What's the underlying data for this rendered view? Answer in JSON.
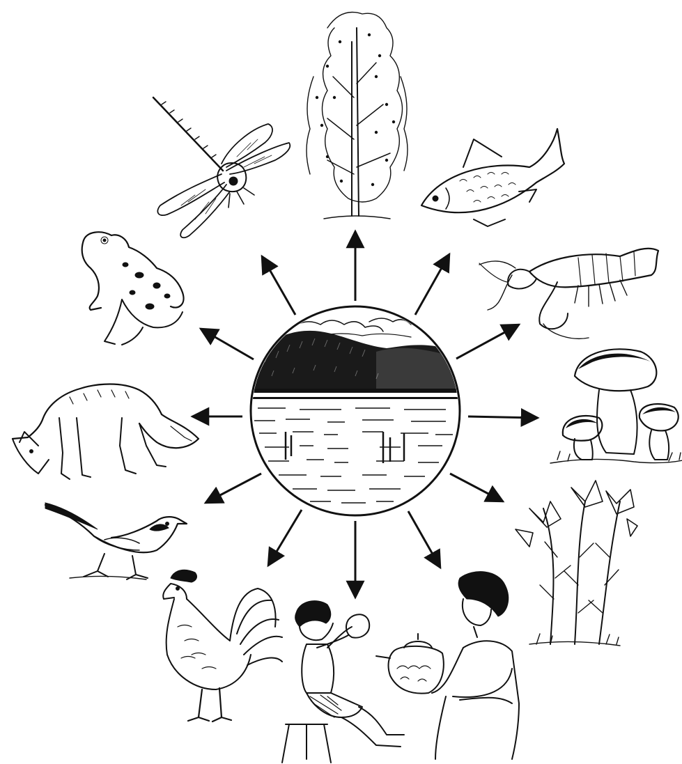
{
  "diagram": {
    "center": {
      "name": "lake",
      "icon": "lake-landscape-icon"
    },
    "items": [
      {
        "name": "birch-tree",
        "icon": "birch-tree-icon"
      },
      {
        "name": "fish",
        "icon": "fish-icon"
      },
      {
        "name": "crayfish",
        "icon": "crayfish-icon"
      },
      {
        "name": "mushrooms",
        "icon": "mushroom-icon"
      },
      {
        "name": "lilies",
        "icon": "lily-flower-icon"
      },
      {
        "name": "woman-with-tureen",
        "icon": "woman-with-pot-icon"
      },
      {
        "name": "boy-drinking",
        "icon": "boy-drinking-icon"
      },
      {
        "name": "rooster",
        "icon": "rooster-icon"
      },
      {
        "name": "wagtail-bird",
        "icon": "bird-icon"
      },
      {
        "name": "fox",
        "icon": "fox-icon"
      },
      {
        "name": "frog",
        "icon": "frog-icon"
      },
      {
        "name": "dragonfly",
        "icon": "dragonfly-icon"
      }
    ],
    "line_color": "#111111",
    "background": "#ffffff"
  }
}
